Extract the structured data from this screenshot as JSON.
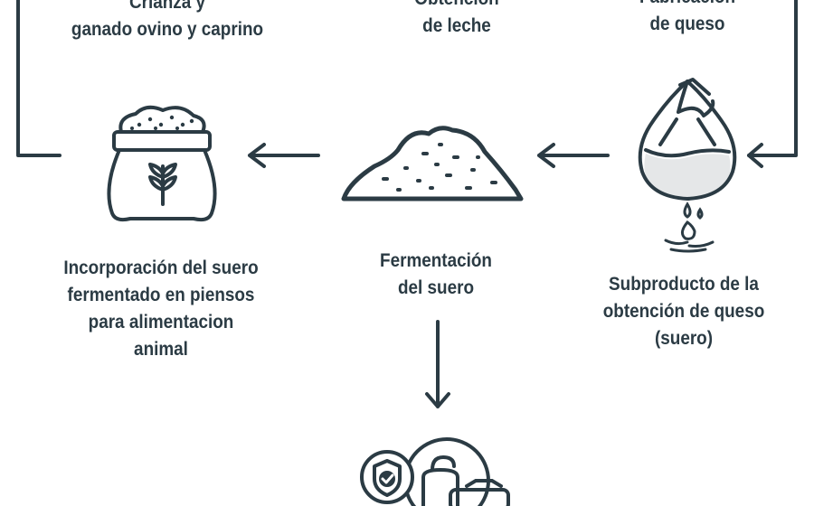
{
  "colors": {
    "ink": "#2b3b44",
    "background": "#ffffff"
  },
  "nodes": {
    "top_left": {
      "lines": [
        "Crianza y",
        "ganado ovino y caprino"
      ]
    },
    "top_mid": {
      "lines": [
        "Obtención",
        "de leche"
      ]
    },
    "top_right": {
      "lines": [
        "Fabricación",
        "de queso"
      ]
    },
    "bottom_left": {
      "lines": [
        "Incorporación del suero",
        "fermentado en piensos",
        "para alimentacion",
        "animal"
      ]
    },
    "bottom_mid": {
      "lines": [
        "Fermentación",
        "del suero"
      ]
    },
    "bottom_right": {
      "lines": [
        "Subproducto de  la",
        "obtención de queso",
        "(suero)"
      ]
    }
  },
  "icons": {
    "feed_sack": "feed-sack-icon",
    "fermented_pile": "fermented-pile-icon",
    "cheese_cloth_bag": "cheese-cloth-bag-icon",
    "products": "food-safety-products-icon"
  }
}
